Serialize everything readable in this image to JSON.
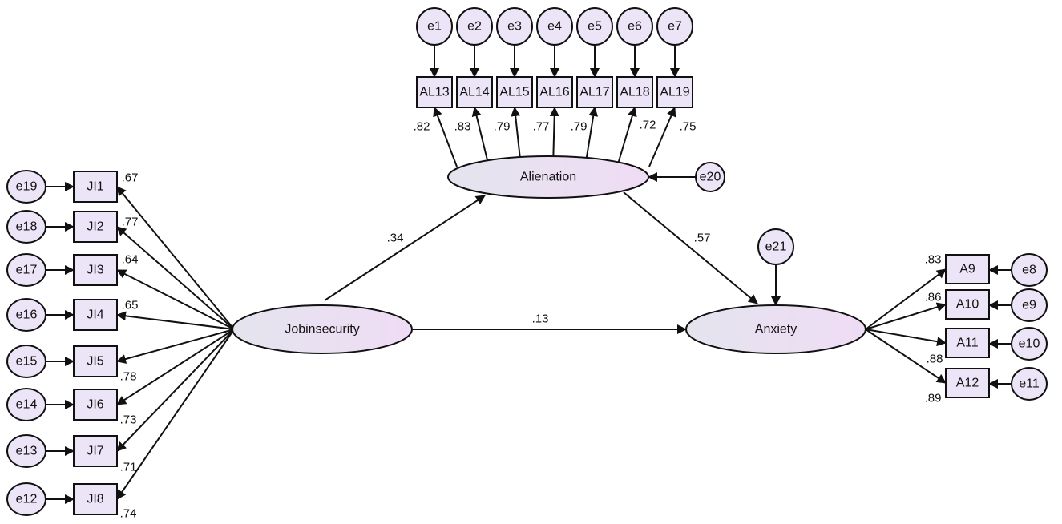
{
  "colors": {
    "node_fill": "#ece4f7",
    "node_fill_light": "#f4effb",
    "stroke": "#111111",
    "background": "#ffffff"
  },
  "latents": [
    {
      "id": "alienation",
      "label": "Alienation"
    },
    {
      "id": "jobinsecurity",
      "label": "Jobinsecurity"
    },
    {
      "id": "anxiety",
      "label": "Anxiety"
    }
  ],
  "observed": [
    {
      "id": "AL13",
      "label": "AL13",
      "error": "e1",
      "loading": ".82"
    },
    {
      "id": "AL14",
      "label": "AL14",
      "error": "e2",
      "loading": ".83"
    },
    {
      "id": "AL15",
      "label": "AL15",
      "error": "e3",
      "loading": ".79"
    },
    {
      "id": "AL16",
      "label": "AL16",
      "error": "e4",
      "loading": ".77"
    },
    {
      "id": "AL17",
      "label": "AL17",
      "error": "e5",
      "loading": ".79"
    },
    {
      "id": "AL18",
      "label": "AL18",
      "error": "e6",
      "loading": ".72"
    },
    {
      "id": "AL19",
      "label": "AL19",
      "error": "e7",
      "loading": ".75"
    },
    {
      "id": "JI1",
      "label": "JI1",
      "error": "e19",
      "loading": ".67"
    },
    {
      "id": "JI2",
      "label": "JI2",
      "error": "e18",
      "loading": ".77"
    },
    {
      "id": "JI3",
      "label": "JI3",
      "error": "e17",
      "loading": ".64"
    },
    {
      "id": "JI4",
      "label": "JI4",
      "error": "e16",
      "loading": ".65"
    },
    {
      "id": "JI5",
      "label": "JI5",
      "error": "e15",
      "loading": ".78"
    },
    {
      "id": "JI6",
      "label": "JI6",
      "error": "e14",
      "loading": ".73"
    },
    {
      "id": "JI7",
      "label": "JI7",
      "error": "e13",
      "loading": ".71"
    },
    {
      "id": "JI8",
      "label": "JI8",
      "error": "e12",
      "loading": ".74"
    },
    {
      "id": "A9",
      "label": "A9",
      "error": "e8",
      "loading": ".83"
    },
    {
      "id": "A10",
      "label": "A10",
      "error": "e9",
      "loading": ".86"
    },
    {
      "id": "A11",
      "label": "A11",
      "error": "e10",
      "loading": ".88"
    },
    {
      "id": "A12",
      "label": "A12",
      "error": "e11",
      "loading": ".89"
    }
  ],
  "disturbances": [
    {
      "id": "e20",
      "target": "alienation"
    },
    {
      "id": "e21",
      "target": "anxiety"
    }
  ],
  "structural_paths": [
    {
      "from": "jobinsecurity",
      "to": "alienation",
      "coef": ".34"
    },
    {
      "from": "alienation",
      "to": "anxiety",
      "coef": ".57"
    },
    {
      "from": "jobinsecurity",
      "to": "anxiety",
      "coef": ".13"
    }
  ]
}
